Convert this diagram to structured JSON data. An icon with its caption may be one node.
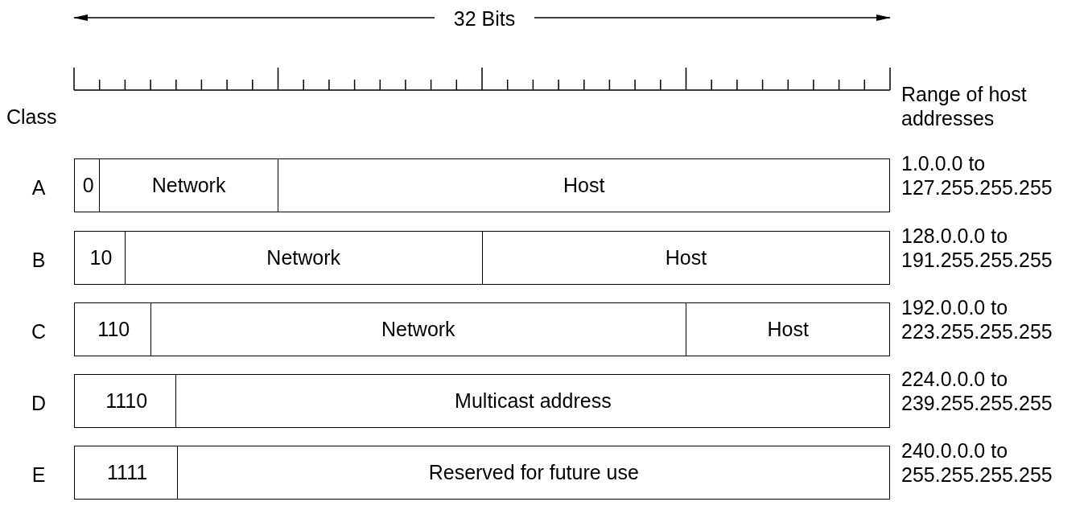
{
  "diagram": {
    "nodes": [
      {
        "text": [],
        "shape": "bar"
      },
      {
        "text": [
          "0"
        ],
        "in": 0
      },
      {
        "text": [
          "Network"
        ],
        "in": 0
      },
      {
        "text": [
          "Host"
        ],
        "in": 0
      },
      {
        "text": [],
        "shape": "bar"
      },
      {
        "text": [
          "10"
        ],
        "in": 4
      },
      {
        "text": [
          "Network"
        ],
        "in": 4
      },
      {
        "text": [
          "Host"
        ],
        "in": 4
      },
      {
        "text": [],
        "shape": "bar"
      },
      {
        "text": [
          "110"
        ],
        "in": 8
      },
      {
        "text": [
          "Network"
        ],
        "in": 8
      },
      {
        "text": [
          "Host"
        ],
        "in": 8
      },
      {
        "text": [],
        "shape": "bar"
      },
      {
        "text": [
          "1110"
        ],
        "in": 12
      },
      {
        "text": [
          "Multicast address"
        ],
        "in": 12
      },
      {
        "text": [],
        "shape": "bar"
      },
      {
        "text": [
          "1111"
        ],
        "in": 15
      },
      {
        "text": [
          "Reserved for future use"
        ],
        "in": 15
      }
    ],
    "edges": [],
    "labels": [
      "32 Bits",
      "Range of host addresses",
      "Class",
      "A",
      "1.0.0.0 to 127.255.255.255",
      "B",
      "128.0.0.0 to 191.255.255.255",
      "C",
      "192.0.0.0 to 223.255.255.255",
      "D",
      "224.0.0.0 to 239.255.255.255",
      "E",
      "240.0.0.0 to 255.255.255.255"
    ]
  }
}
